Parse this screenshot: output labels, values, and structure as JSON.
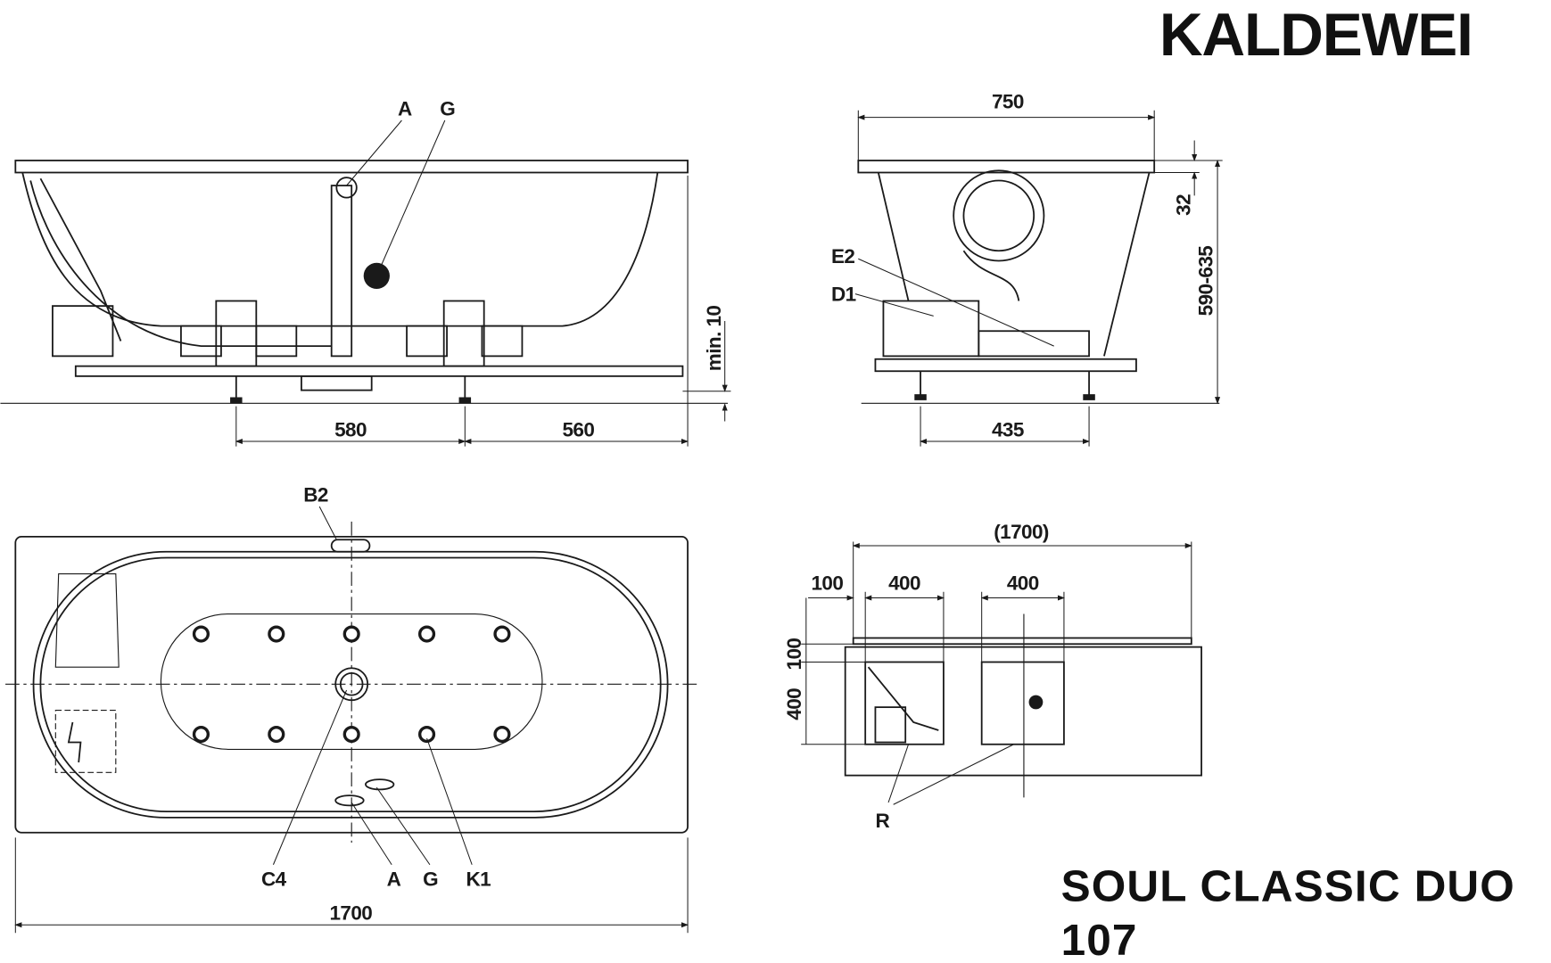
{
  "brand": "KALDEWEI",
  "product": {
    "name": "SOUL CLASSIC DUO",
    "number": "107"
  },
  "side_view": {
    "label_a": "A",
    "label_g": "G",
    "dim_left": "580",
    "dim_right": "560",
    "dim_min": "min. 10"
  },
  "end_view": {
    "dim_width": "750",
    "dim_rim": "32",
    "dim_height": "590-635",
    "label_e2": "E2",
    "label_d1": "D1",
    "dim_feet": "435"
  },
  "top_view": {
    "label_b2": "B2",
    "label_c4": "C4",
    "label_a": "A",
    "label_g": "G",
    "label_k1": "K1",
    "dim_length": "1700"
  },
  "install_view": {
    "dim_total": "(1700)",
    "dim_100_a": "100",
    "dim_400_a": "400",
    "dim_400_b": "400",
    "dim_100_v": "100",
    "dim_400_v": "400",
    "label_r": "R"
  }
}
